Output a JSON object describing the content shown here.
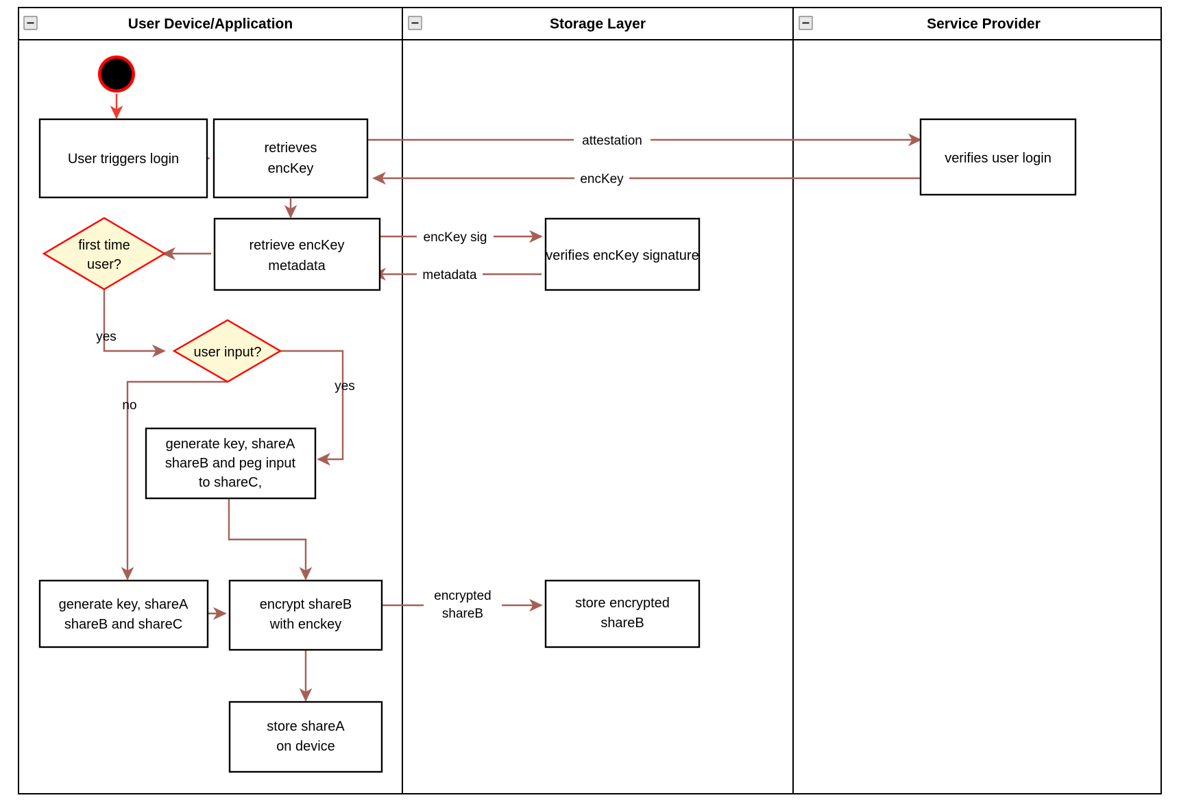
{
  "diagram": {
    "type": "activity-swimlane-flowchart",
    "title": "Login / key-share provisioning flow",
    "colors": {
      "edge": "#a65f55",
      "start_edge": "#ef3b2c",
      "decision_fill": "#fff8d4",
      "decision_stroke": "#ff0000",
      "node_stroke": "#000000",
      "node_fill": "#ffffff",
      "background": "#ffffff"
    }
  },
  "lanes": [
    {
      "id": "user-device",
      "title": "User Device/Application",
      "collapse_icon": "collapse-minus-icon"
    },
    {
      "id": "storage-layer",
      "title": "Storage Layer",
      "collapse_icon": "collapse-minus-icon"
    },
    {
      "id": "service-provider",
      "title": "Service Provider",
      "collapse_icon": "collapse-minus-icon"
    }
  ],
  "nodes": [
    {
      "id": "start",
      "lane": "user-device",
      "shape": "start-circle",
      "label": ""
    },
    {
      "id": "user-triggers-login",
      "lane": "user-device",
      "shape": "rect",
      "lines": [
        "User triggers login"
      ]
    },
    {
      "id": "retrieves-enckey",
      "lane": "user-device",
      "shape": "rect",
      "lines": [
        "retrieves",
        "encKey"
      ]
    },
    {
      "id": "retrieve-enckey-metadata",
      "lane": "user-device",
      "shape": "rect",
      "lines": [
        "retrieve encKey",
        "metadata"
      ]
    },
    {
      "id": "first-time-user",
      "lane": "user-device",
      "shape": "diamond",
      "lines": [
        "first time",
        "user?"
      ]
    },
    {
      "id": "user-input",
      "lane": "user-device",
      "shape": "diamond",
      "lines": [
        "user input?"
      ]
    },
    {
      "id": "generate-peg-input",
      "lane": "user-device",
      "shape": "rect",
      "lines": [
        "generate key, shareA",
        "shareB and peg input",
        "to shareC,"
      ]
    },
    {
      "id": "generate-sharec",
      "lane": "user-device",
      "shape": "rect",
      "lines": [
        "generate key, shareA",
        "shareB and shareC"
      ]
    },
    {
      "id": "encrypt-shareb",
      "lane": "user-device",
      "shape": "rect",
      "lines": [
        "encrypt shareB",
        "with enckey"
      ]
    },
    {
      "id": "store-sharea",
      "lane": "user-device",
      "shape": "rect",
      "lines": [
        "store shareA",
        "on device"
      ]
    },
    {
      "id": "verifies-enckey-signature",
      "lane": "storage-layer",
      "shape": "rect",
      "lines": [
        "verifies encKey signature"
      ]
    },
    {
      "id": "store-encrypted-shareb",
      "lane": "storage-layer",
      "shape": "rect",
      "lines": [
        "store encrypted",
        "shareB"
      ]
    },
    {
      "id": "verifies-user-login",
      "lane": "service-provider",
      "shape": "rect",
      "lines": [
        "verifies user login"
      ]
    }
  ],
  "edges": [
    {
      "id": "e-start",
      "from": "start",
      "to": "user-triggers-login",
      "label": ""
    },
    {
      "id": "e-login-retrieve",
      "from": "user-triggers-login",
      "to": "retrieves-enckey",
      "label": ""
    },
    {
      "id": "e-attestation",
      "from": "retrieves-enckey",
      "to": "verifies-user-login",
      "label": "attestation"
    },
    {
      "id": "e-enckey",
      "from": "verifies-user-login",
      "to": "retrieves-enckey",
      "label": "encKey"
    },
    {
      "id": "e-retrieve-meta",
      "from": "retrieves-enckey",
      "to": "retrieve-enckey-metadata",
      "label": ""
    },
    {
      "id": "e-enckey-sig",
      "from": "retrieve-enckey-metadata",
      "to": "verifies-enckey-signature",
      "label": "encKey sig"
    },
    {
      "id": "e-metadata",
      "from": "verifies-enckey-signature",
      "to": "retrieve-enckey-metadata",
      "label": "metadata"
    },
    {
      "id": "e-meta-firsttime",
      "from": "retrieve-enckey-metadata",
      "to": "first-time-user",
      "label": ""
    },
    {
      "id": "e-firsttime-yes",
      "from": "first-time-user",
      "to": "user-input",
      "label": "yes"
    },
    {
      "id": "e-userinput-yes",
      "from": "user-input",
      "to": "generate-peg-input",
      "label": "yes"
    },
    {
      "id": "e-userinput-no",
      "from": "user-input",
      "to": "generate-sharec",
      "label": "no"
    },
    {
      "id": "e-peg-encrypt",
      "from": "generate-peg-input",
      "to": "encrypt-shareb",
      "label": ""
    },
    {
      "id": "e-sharec-encrypt",
      "from": "generate-sharec",
      "to": "encrypt-shareb",
      "label": ""
    },
    {
      "id": "e-encrypted-shareb",
      "from": "encrypt-shareb",
      "to": "store-encrypted-shareb",
      "labels": [
        "encrypted",
        "shareB"
      ]
    },
    {
      "id": "e-encrypt-store",
      "from": "encrypt-shareb",
      "to": "store-sharea",
      "label": ""
    }
  ],
  "edge_labels": {
    "attestation": "attestation",
    "enckey": "encKey",
    "enckey_sig": "encKey sig",
    "metadata": "metadata",
    "yes_first": "yes",
    "yes_input": "yes",
    "no_input": "no",
    "encrypted_line1": "encrypted",
    "encrypted_line2": "shareB"
  },
  "node_text": {
    "user_triggers_login": "User triggers login",
    "retrieves_l1": "retrieves",
    "retrieves_l2": "encKey",
    "retrieve_meta_l1": "retrieve encKey",
    "retrieve_meta_l2": "metadata",
    "first_time_l1": "first time",
    "first_time_l2": "user?",
    "user_input": "user input?",
    "peg_l1": "generate key, shareA",
    "peg_l2": "shareB and peg input",
    "peg_l3": "to shareC,",
    "gen_l1": "generate key, shareA",
    "gen_l2": "shareB and shareC",
    "encrypt_l1": "encrypt shareB",
    "encrypt_l2": "with enckey",
    "store_sharea_l1": "store shareA",
    "store_sharea_l2": "on device",
    "verifies_sig": "verifies encKey signature",
    "store_enc_l1": "store encrypted",
    "store_enc_l2": "shareB",
    "verifies_login": "verifies user login"
  }
}
